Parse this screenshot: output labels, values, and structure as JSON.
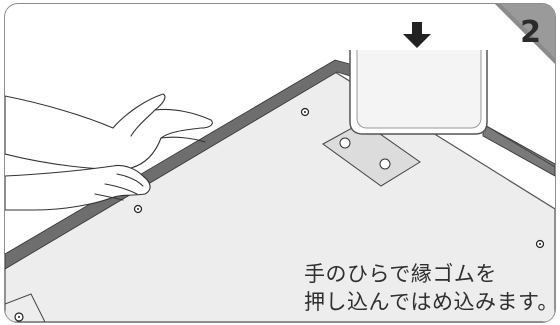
{
  "step": {
    "number": "2"
  },
  "caption": {
    "line1": "手のひらで縁ゴムを",
    "line2": "押し込んではめ込みます。"
  },
  "colors": {
    "frame": "#8e8e8e",
    "board": "#ededed",
    "rubber_edge": "#6e6e6e",
    "step_tab": "#8a8a8a",
    "arrow": "#222222"
  },
  "icons": [
    "down-arrow-icon",
    "screw-icon",
    "hands-illustration"
  ]
}
